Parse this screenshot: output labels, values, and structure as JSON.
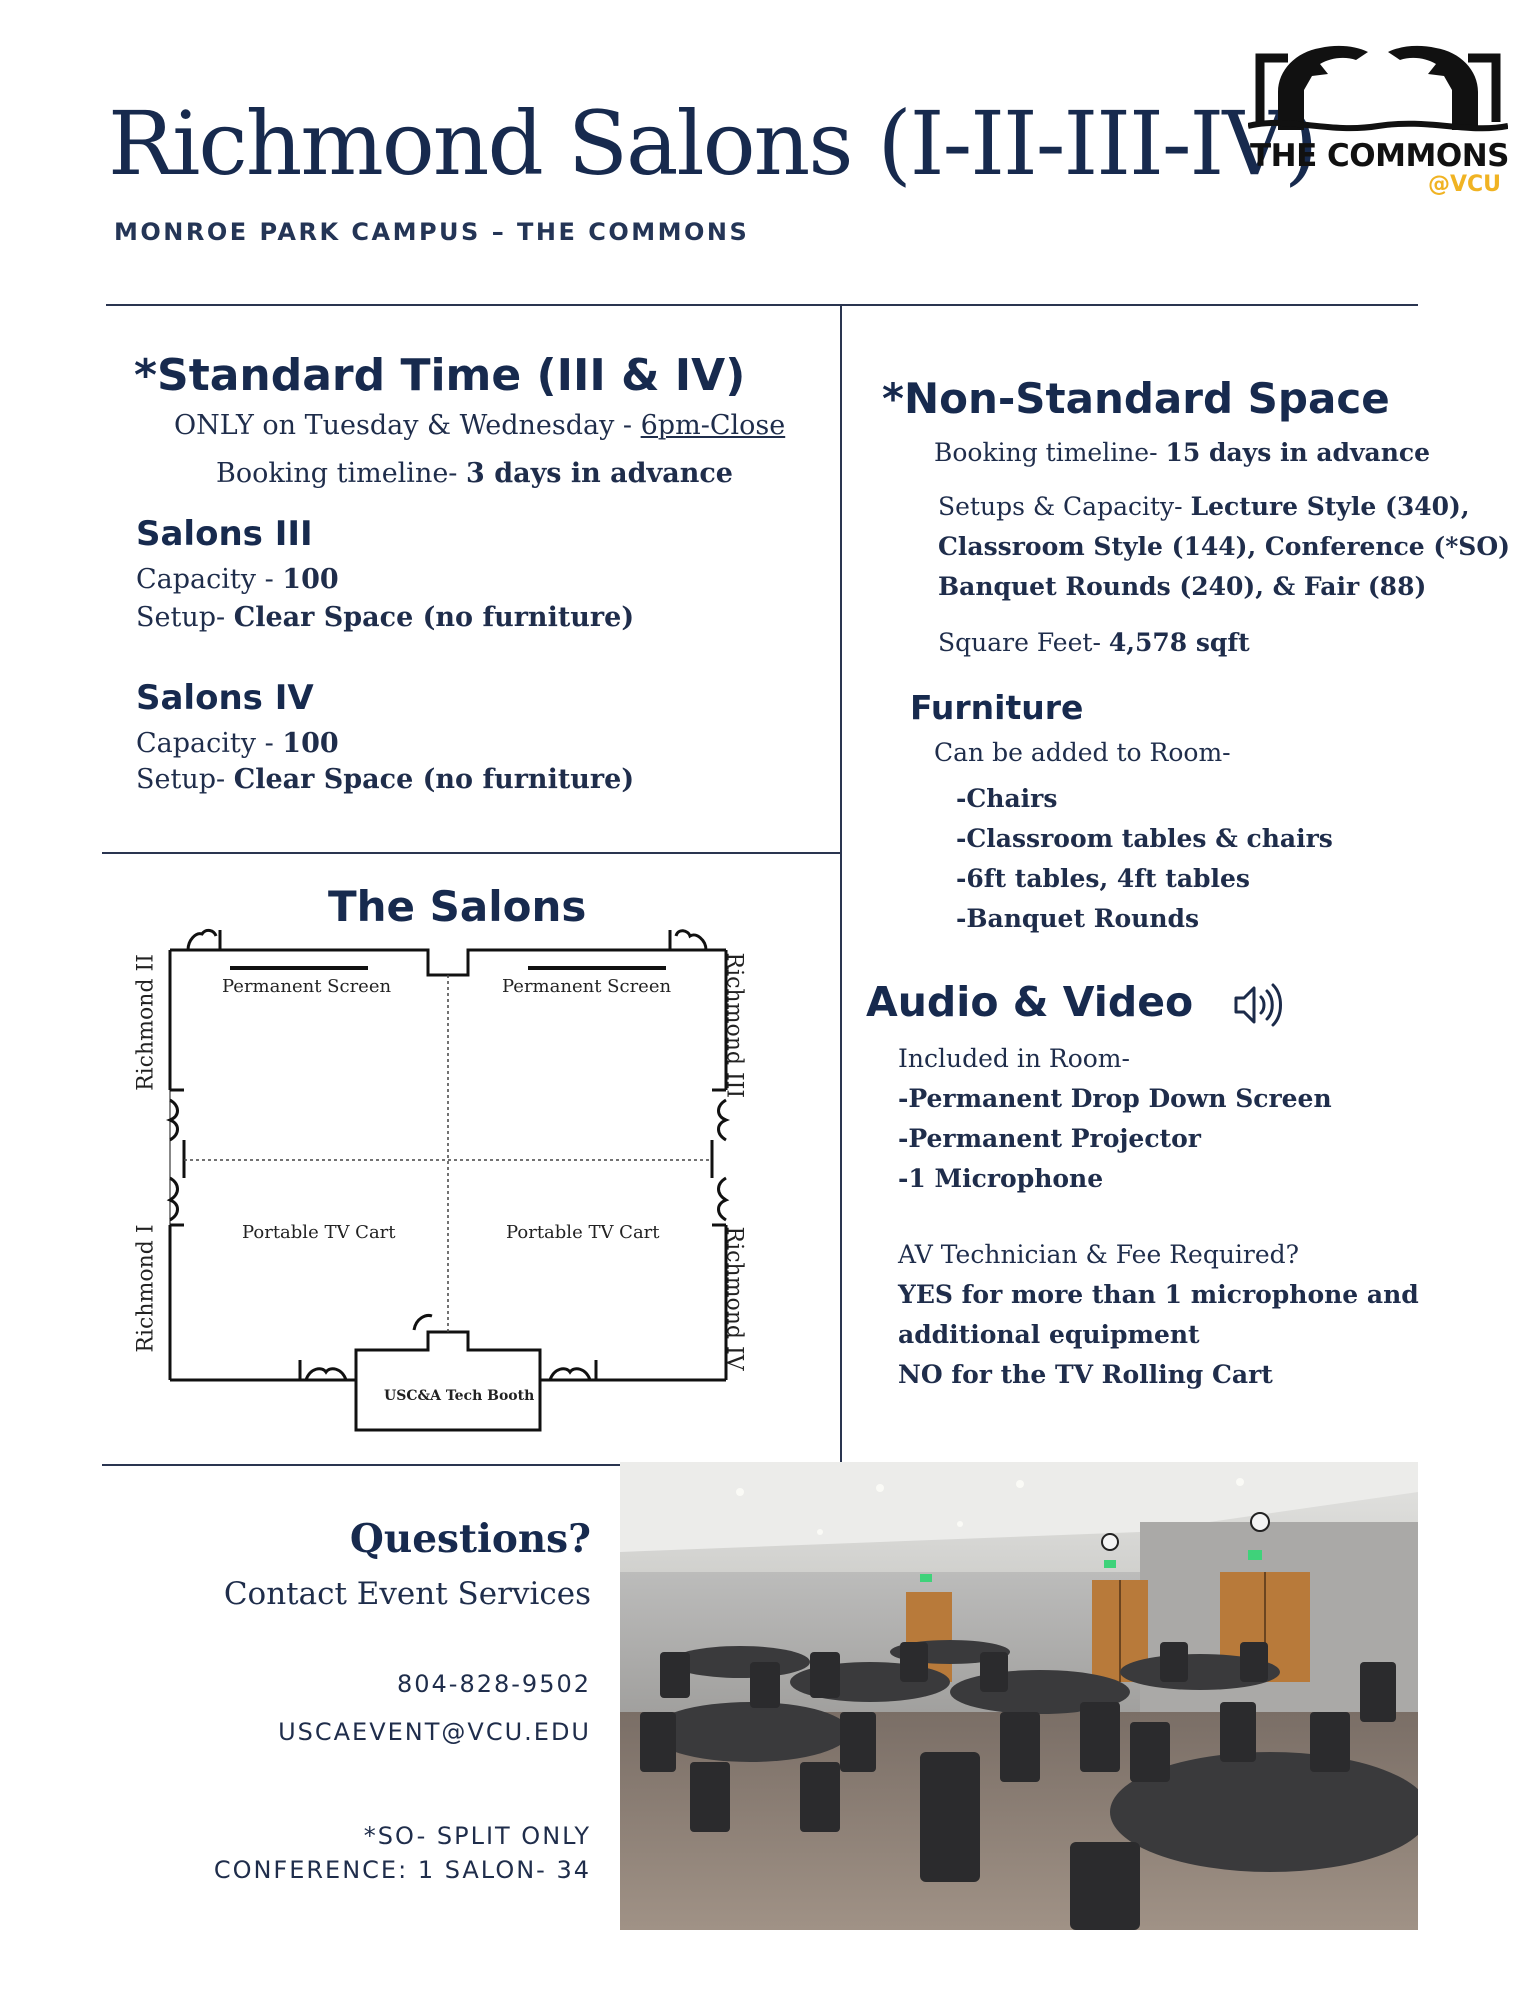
{
  "header": {
    "title": "Richmond Salons (I-II-III-IV)",
    "subtitle": "MONROE PARK CAMPUS – THE COMMONS",
    "logo_text": "THE COMMONS",
    "logo_sub": "@VCU"
  },
  "standard": {
    "heading": "*Standard Time (III & IV)",
    "line1_prefix": "ONLY on Tuesday & Wednesday - ",
    "line1_link": "6pm-Close",
    "line2_prefix": "Booking timeline- ",
    "line2_bold": "3 days in advance",
    "salon3": {
      "heading": "Salons III",
      "capacity_label": "Capacity - ",
      "capacity_value": "100",
      "setup_label": "Setup- ",
      "setup_value": "Clear Space (no furniture)"
    },
    "salon4": {
      "heading": "Salons IV",
      "capacity_label": "Capacity - ",
      "capacity_value": "100",
      "setup_label": "Setup- ",
      "setup_value": "Clear Space (no furniture)"
    }
  },
  "nonstandard": {
    "heading": "*Non-Standard Space",
    "booking_label": "Booking timeline- ",
    "booking_value": "15 days in advance",
    "setups_label": "Setups & Capacity- ",
    "setups_line1": "Lecture Style (340),",
    "setups_line2": "Classroom Style (144), Conference (*SO)",
    "setups_line3": "Banquet Rounds (240), & Fair (88)",
    "sqft_label": "Square Feet- ",
    "sqft_value": "4,578 sqft"
  },
  "furniture": {
    "heading": "Furniture",
    "intro": "Can be added to Room-",
    "items": [
      "-Chairs",
      "-Classroom tables & chairs",
      "-6ft tables, 4ft tables",
      "-Banquet Rounds"
    ]
  },
  "av": {
    "heading": "Audio & Video",
    "intro": "Included in Room-",
    "items": [
      "-Permanent Drop Down Screen",
      "-Permanent Projector",
      "-1 Microphone"
    ],
    "question": "AV Technician & Fee Required?",
    "answer_lines": [
      "YES for more than 1 microphone and",
      "additional equipment",
      "NO for the TV Rolling Cart"
    ]
  },
  "salons_map": {
    "heading": "The Salons",
    "labels": {
      "screen_left": "Permanent Screen",
      "screen_right": "Permanent Screen",
      "tv_left": "Portable TV Cart",
      "tv_right": "Portable TV Cart",
      "booth": "USC&A Tech Booth",
      "richmond_1": "Richmond I",
      "richmond_2": "Richmond II",
      "richmond_3": "Richmond III",
      "richmond_4": "Richmond IV"
    }
  },
  "contact": {
    "heading": "Questions?",
    "subheading": "Contact Event Services",
    "phone": "804-828-9502",
    "email": "USCAEVENT@VCU.EDU",
    "note1": "*SO- SPLIT ONLY",
    "note2": "CONFERENCE: 1 SALON- 34"
  },
  "icons": {
    "speaker": "speaker-volume-icon",
    "logo": "commons-horse-logo-icon"
  }
}
